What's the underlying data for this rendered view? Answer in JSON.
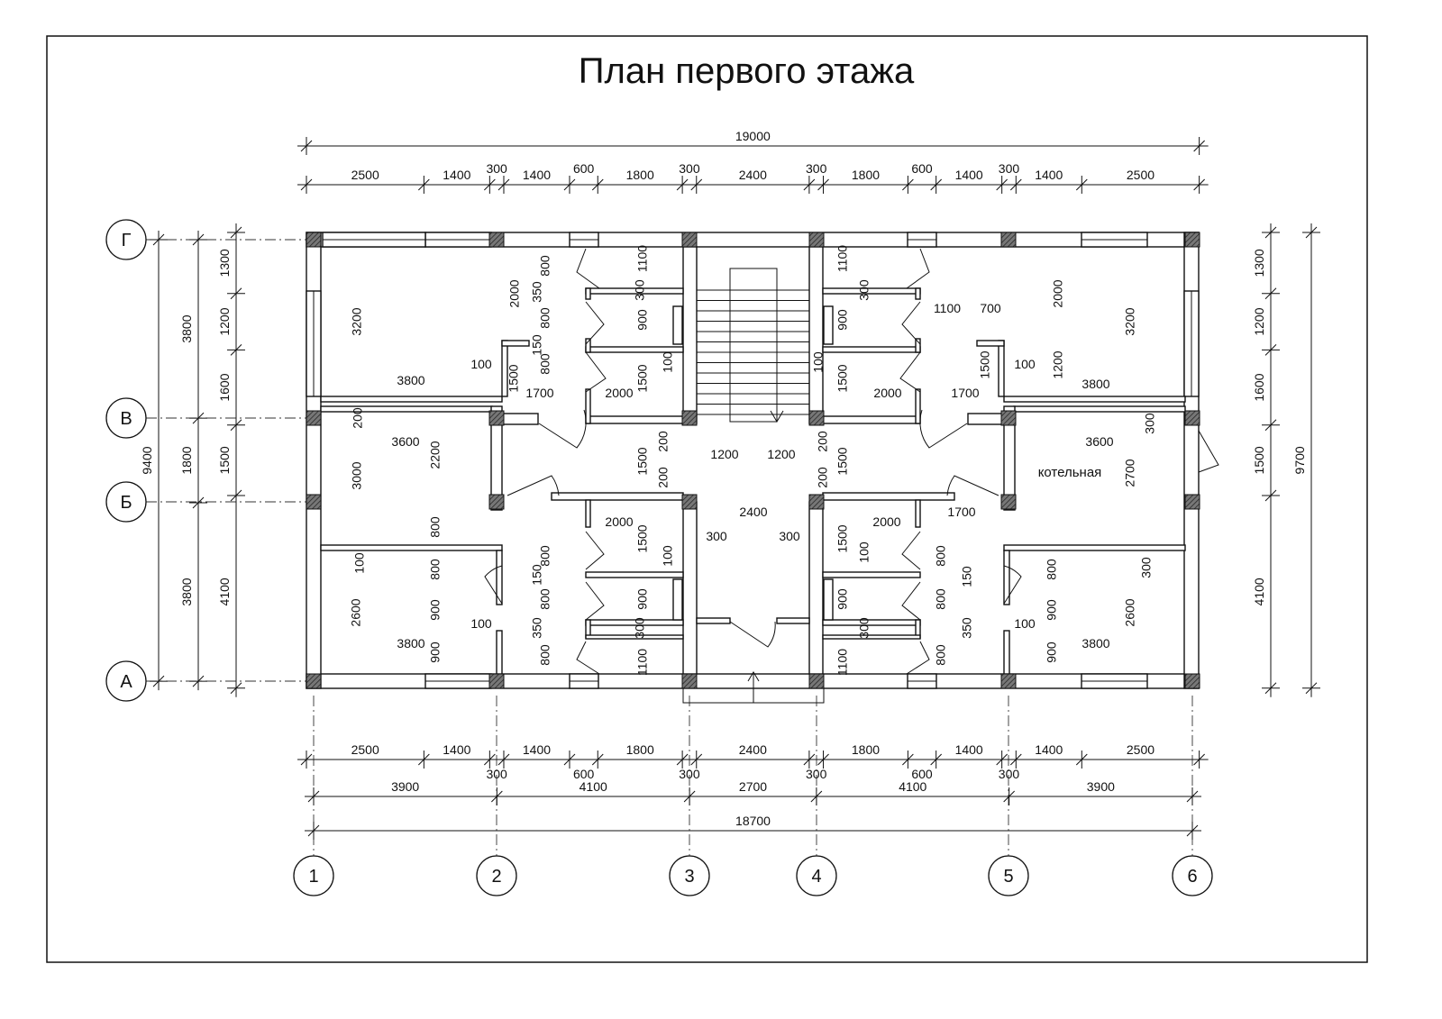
{
  "title": "План первого этажа",
  "grid_axes": {
    "columns": [
      "1",
      "2",
      "3",
      "4",
      "5",
      "6"
    ],
    "rows": [
      "Г",
      "В",
      "Б",
      "А"
    ]
  },
  "dimension_chains": {
    "top_overall": [
      19000
    ],
    "top_segments": [
      2500,
      1400,
      300,
      1400,
      600,
      1800,
      300,
      2400,
      300,
      1800,
      600,
      1400,
      300,
      1400,
      2500
    ],
    "bottom_segments": [
      2500,
      1400,
      300,
      1400,
      600,
      1800,
      300,
      2400,
      300,
      1800,
      600,
      1400,
      300,
      1400,
      2500
    ],
    "bottom_axes": [
      3900,
      4100,
      2700,
      4100,
      3900
    ],
    "bottom_overall": [
      18700
    ],
    "left_overall": [
      9400
    ],
    "left_axes": [
      3800,
      1800,
      3800
    ],
    "left_segments": [
      1300,
      1200,
      1600,
      1500,
      4100
    ],
    "right_segments": [
      1300,
      1200,
      1600,
      1500,
      4100
    ],
    "right_overall": [
      9700
    ]
  },
  "rooms": {
    "boiler_room": "котельная"
  },
  "interior_dimensions": [
    "3200",
    "3800",
    "100",
    "2000",
    "800",
    "350",
    "800",
    "150",
    "800",
    "1500",
    "1700",
    "2000",
    "1100",
    "300",
    "900",
    "1500",
    "100",
    "200",
    "3600",
    "3000",
    "2200",
    "1500",
    "200",
    "200",
    "1200",
    "1200",
    "2400",
    "300",
    "300",
    "800",
    "100",
    "800",
    "2600",
    "900",
    "900",
    "3800",
    "100",
    "2000",
    "1500",
    "100",
    "900",
    "300",
    "1100",
    "800",
    "150",
    "800",
    "350",
    "800",
    "1100",
    "300",
    "900",
    "100",
    "1500",
    "1100",
    "700",
    "2000",
    "3200",
    "1200",
    "1500",
    "100",
    "2000",
    "1700",
    "3800",
    "200",
    "1500",
    "200",
    "3600",
    "2700",
    "300",
    "2000",
    "1700",
    "1500",
    "100",
    "800",
    "150",
    "800",
    "300",
    "900",
    "800",
    "900",
    "2600",
    "300",
    "350",
    "100",
    "3800",
    "1100",
    "800",
    "900"
  ]
}
